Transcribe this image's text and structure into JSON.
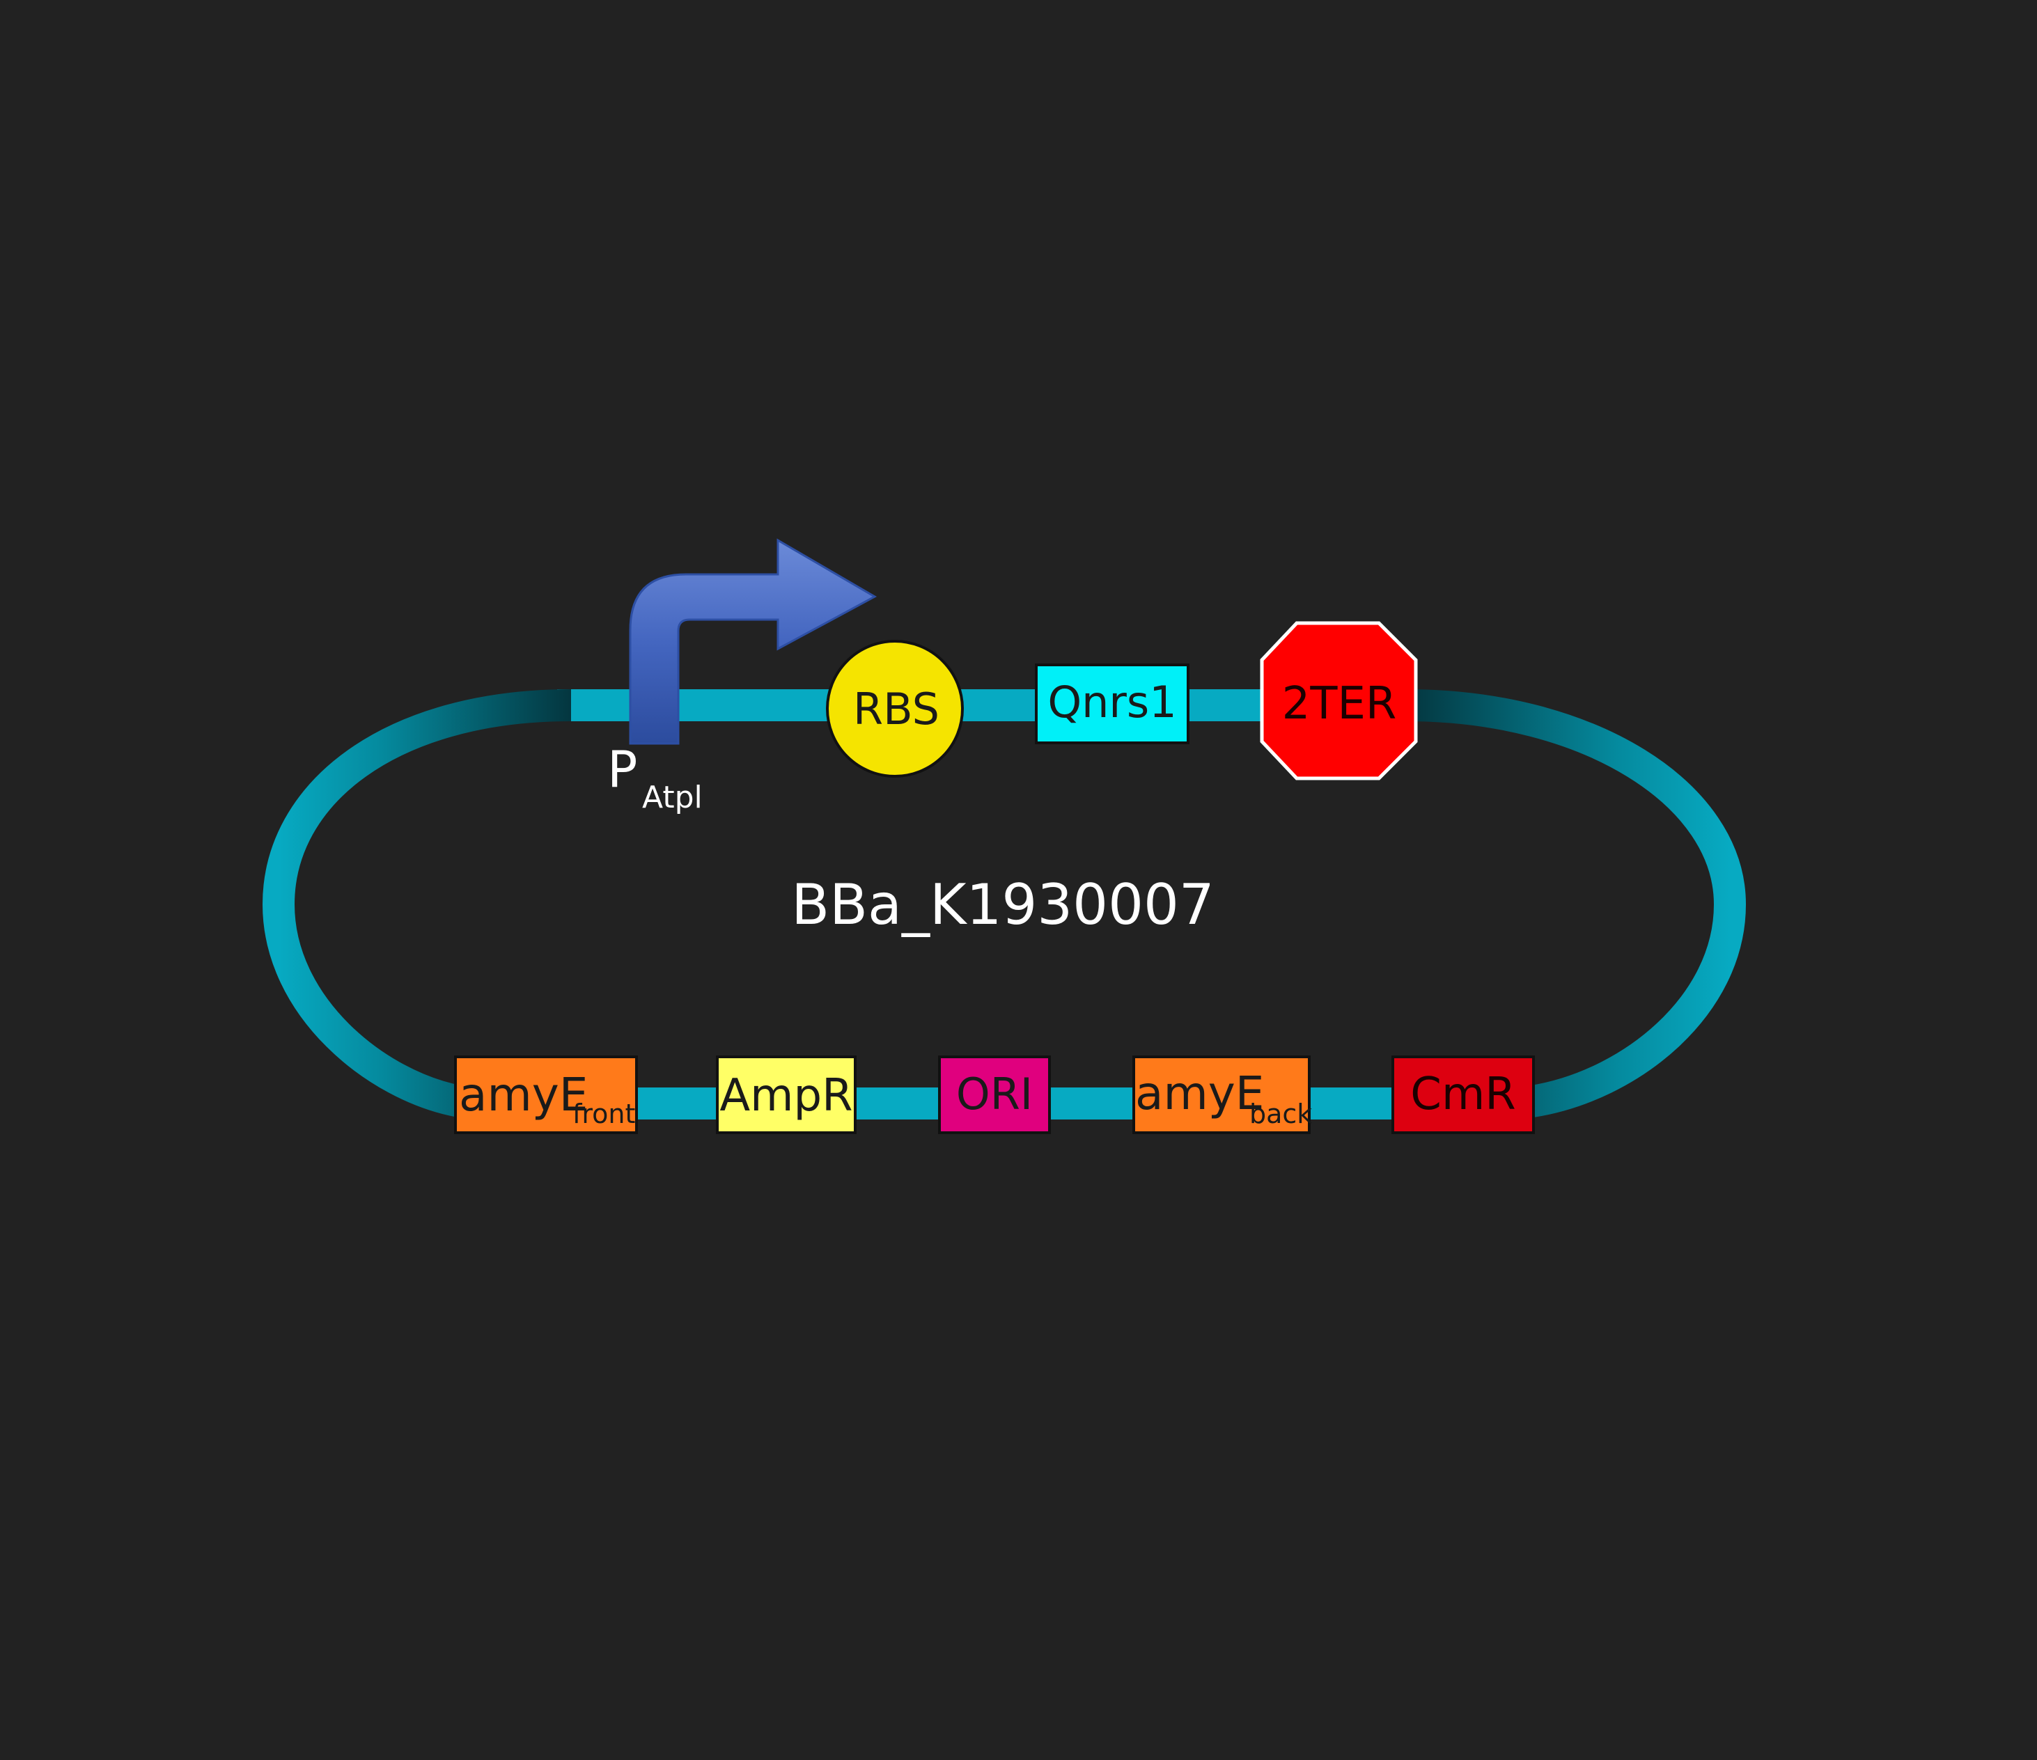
{
  "plasmid": {
    "name": "BBa_K1930007",
    "backbone_color": "#07aac2",
    "background_color": "#222222"
  },
  "promoter": {
    "label_main": "P",
    "label_sub": "Atpl",
    "icon": "bent-arrow-icon",
    "color": "#3f63bd"
  },
  "rbs": {
    "label": "RBS",
    "color": "#f5e400"
  },
  "qnrs1": {
    "label": "Qnrs1",
    "color": "#00f0f8"
  },
  "terminator": {
    "label": "2TER",
    "icon": "octagon-stop-icon",
    "color": "#ff0000"
  },
  "amye_front": {
    "label_main": "amyE",
    "label_sub": "front",
    "color": "#ff7a1a"
  },
  "ampr": {
    "label": "AmpR",
    "color": "#ffff66"
  },
  "ori": {
    "label": "ORI",
    "color": "#e0007e"
  },
  "amye_back": {
    "label_main": "amyE",
    "label_sub": "back",
    "color": "#ff7a1a"
  },
  "cmr": {
    "label": "CmR",
    "color": "#dd0010"
  }
}
